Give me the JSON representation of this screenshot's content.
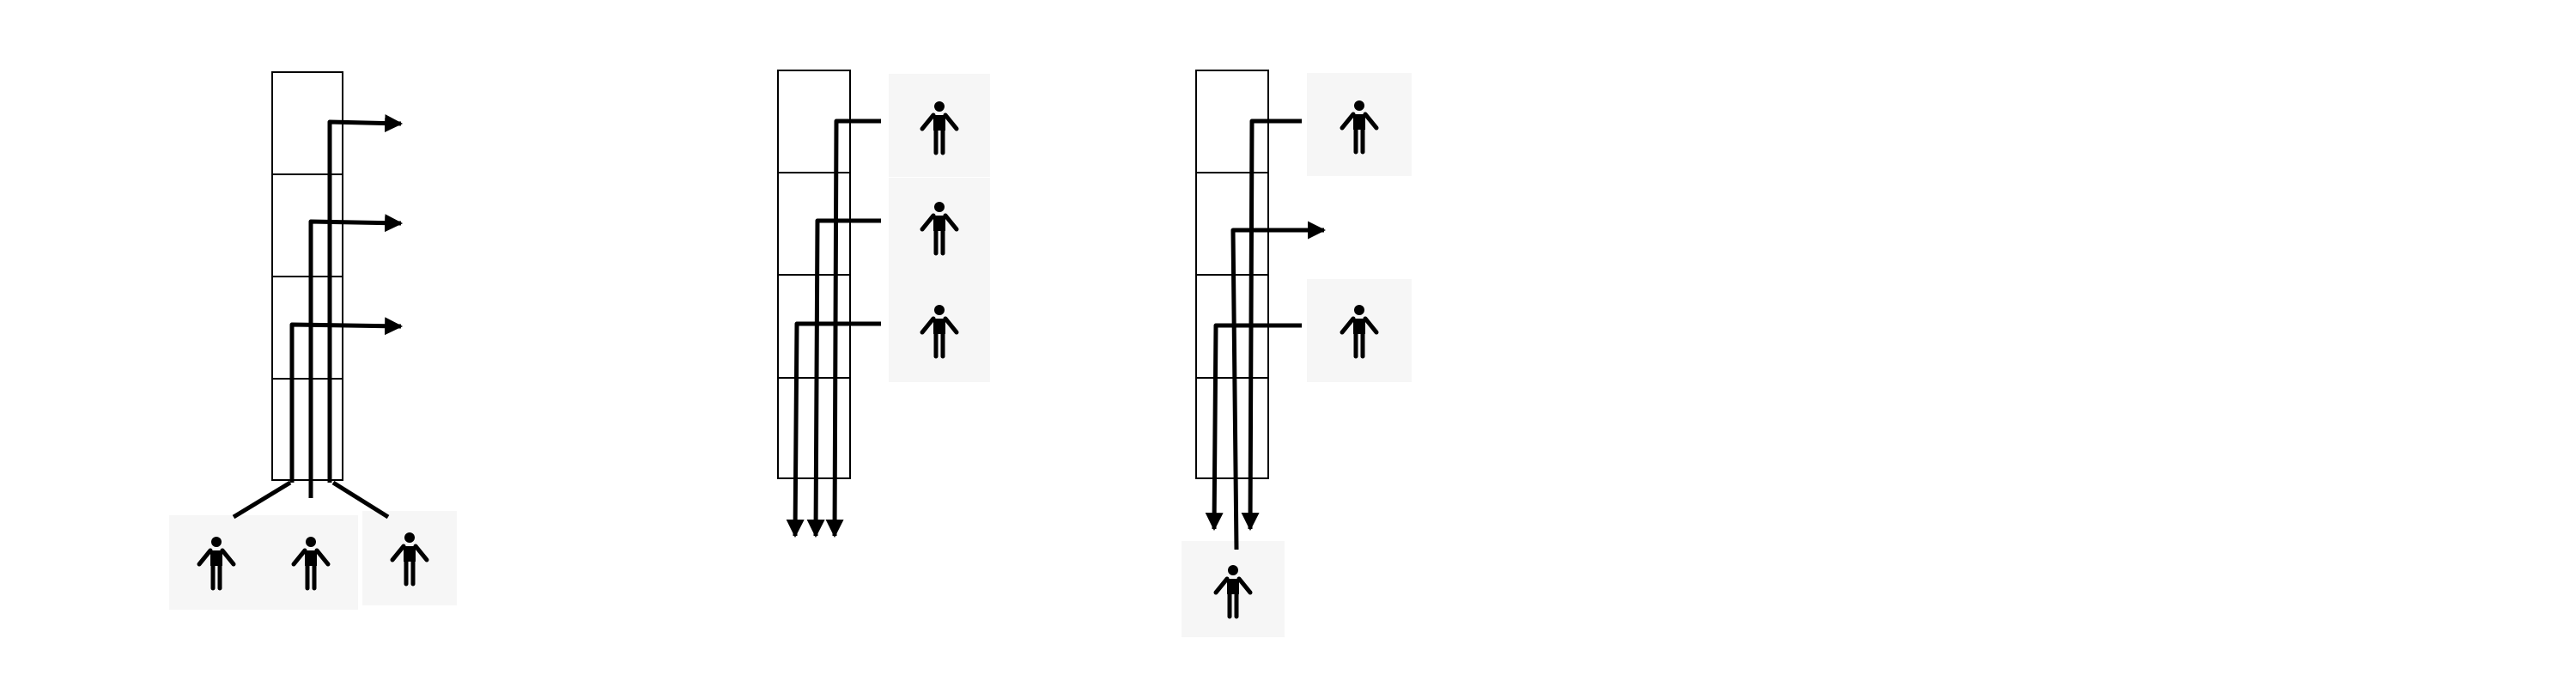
{
  "diagram": {
    "panels": [
      {
        "id": "panel-1",
        "floors": 4,
        "people_at_bottom": 3,
        "arrivals": [
          "floor-1",
          "floor-2",
          "floor-3"
        ]
      },
      {
        "id": "panel-2",
        "floors": 4,
        "people_at_side": 3,
        "arrivals_at_bottom": 3
      },
      {
        "id": "panel-3",
        "floors": 4,
        "people_at_side": 2,
        "people_at_bottom": 1,
        "arrivals_at_bottom": 2,
        "arrival_to_side": 1
      }
    ]
  },
  "colors": {
    "stroke": "#000000",
    "person_bg": "#f6f6f6",
    "background": "#ffffff"
  },
  "icons": [
    "person-icon",
    "arrow-right-icon",
    "arrow-down-icon"
  ]
}
